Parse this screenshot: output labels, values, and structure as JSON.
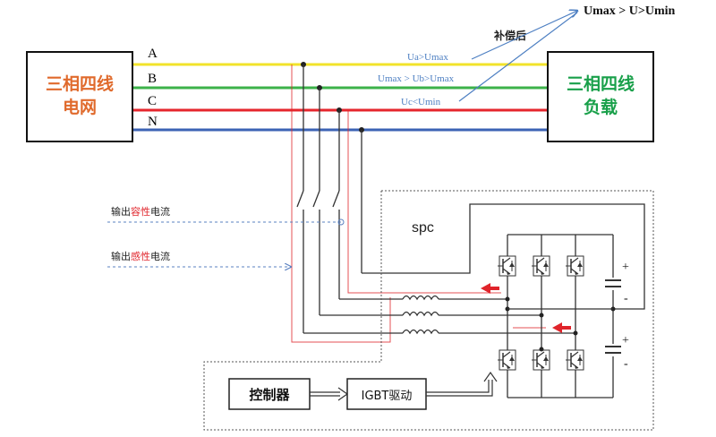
{
  "source_box": {
    "line1": "三相四线",
    "line2": "电网"
  },
  "load_box": {
    "line1": "三相四线",
    "line2": "负载"
  },
  "phases": {
    "a": "A",
    "b": "B",
    "c": "C",
    "n": "N"
  },
  "annotations": {
    "ua": "Ua>Umax",
    "ub": "Umax > Ub>Umax",
    "uc": "Uc<Umin",
    "compensated": "补偿后",
    "result": "Umax > U>Umin"
  },
  "current_labels": {
    "capacitive_prefix": "输出",
    "capacitive_key": "容性",
    "capacitive_suffix": "电流",
    "inductive_prefix": "输出",
    "inductive_key": "感性",
    "inductive_suffix": "电流"
  },
  "spc_label": "spc",
  "controller_label": "控制器",
  "igbt_label": "IGBT驱动",
  "dc": {
    "plus": "+",
    "minus": "-"
  },
  "colors": {
    "phase_a": "#f2e32a",
    "phase_b": "#3cb24a",
    "phase_c": "#e5262d",
    "phase_n": "#3c63b4",
    "box_text_red": "#e06a2c",
    "box_text_green": "#19a04a",
    "annotation_blue": "#4d7fc2",
    "highlight_red": "#e0242b",
    "dashed_blue": "#5a80c0"
  }
}
